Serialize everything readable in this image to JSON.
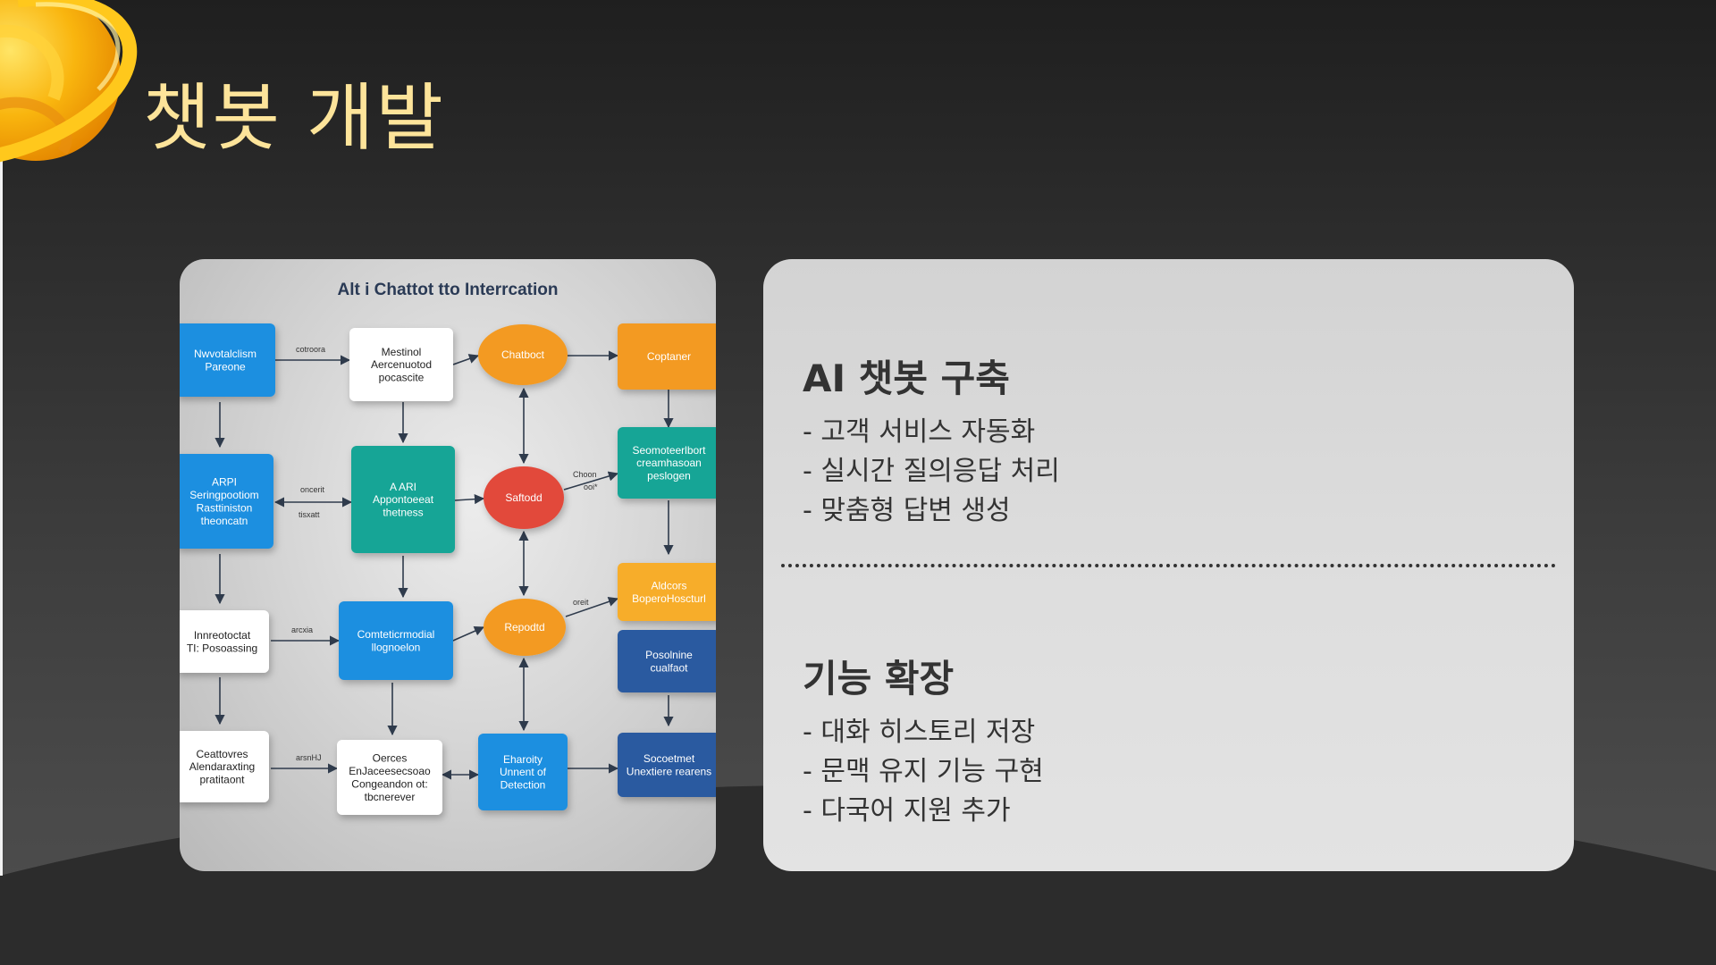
{
  "slide": {
    "title": "챗봇 개발"
  },
  "diagram": {
    "title": "Alt i Chattot tto Interrcation",
    "nodes": [
      {
        "id": "n1",
        "label": "Nwvotalclism\nPareone",
        "color": "#1f8fe0",
        "text": "#ffffff",
        "shape": "rect"
      },
      {
        "id": "n2",
        "label": "Mestinol\nAercenuotod\npocascite",
        "color": "#ffffff",
        "text": "#222222",
        "shape": "rect"
      },
      {
        "id": "n3",
        "label": "Chatboct",
        "color": "#f39a22",
        "text": "#ffffff",
        "shape": "ellipse"
      },
      {
        "id": "n4",
        "label": "Coptaner",
        "color": "#f39a22",
        "text": "#ffffff",
        "shape": "rect"
      },
      {
        "id": "n5",
        "label": "ARPI\nSeringpootiom\nRasttiniston\ntheoncatn",
        "color": "#1f8fe0",
        "text": "#ffffff",
        "shape": "rect"
      },
      {
        "id": "n6",
        "label": "A ARI\nAppontoeeat\nthetness",
        "color": "#13a596",
        "text": "#ffffff",
        "shape": "rect"
      },
      {
        "id": "n7",
        "label": "Saftodd",
        "color": "#e2493b",
        "text": "#ffffff",
        "shape": "ellipse"
      },
      {
        "id": "n8",
        "label": "Seomoteerlbort\ncreamhasoan\npeslogen",
        "color": "#13a596",
        "text": "#ffffff",
        "shape": "rect"
      },
      {
        "id": "n9",
        "label": "Aldcors\nBoperoHoscturl",
        "color": "#f7ad2c",
        "text": "#ffffff",
        "shape": "rect"
      },
      {
        "id": "n10",
        "label": "Innreotoctat\nTI: Posoassing",
        "color": "#ffffff",
        "text": "#222222",
        "shape": "rect"
      },
      {
        "id": "n11",
        "label": "Comteticrmodial\nllognoelon",
        "color": "#1f8fe0",
        "text": "#ffffff",
        "shape": "rect"
      },
      {
        "id": "n12",
        "label": "Repodtd",
        "color": "#f39a22",
        "text": "#ffffff",
        "shape": "ellipse"
      },
      {
        "id": "n13",
        "label": "Posolnine\ncualfaot",
        "color": "#2b5aa0",
        "text": "#ffffff",
        "shape": "rect"
      },
      {
        "id": "n14",
        "label": "Ceattovres\nAlendaraxting\npratitaont",
        "color": "#ffffff",
        "text": "#222222",
        "shape": "rect"
      },
      {
        "id": "n15",
        "label": "Oerces\nEnJaceesecsoao\nCongeandon ot:\ntbcnerever",
        "color": "#ffffff",
        "text": "#222222",
        "shape": "rect"
      },
      {
        "id": "n16",
        "label": "Eharoity\nUnnent of\nDetection",
        "color": "#1f8fe0",
        "text": "#ffffff",
        "shape": "rect"
      },
      {
        "id": "n17",
        "label": "Socoetmet\nUnextiere rearens",
        "color": "#2b5aa0",
        "text": "#ffffff",
        "shape": "rect"
      }
    ],
    "edge_labels": [
      "cotroora",
      "oncerit",
      "tisxatt",
      "Choon",
      "ooi*",
      "oreit",
      "arcxia",
      "arsnHJ"
    ]
  },
  "sections": [
    {
      "title": "AI 챗봇 구축",
      "items": [
        "- 고객 서비스 자동화",
        "- 실시간 질의응답 처리",
        "- 맞춤형 답변 생성"
      ]
    },
    {
      "title": "기능 확장",
      "items": [
        "- 대화 히스토리 저장",
        "- 문맥 유지 기능 구현",
        "- 다국어 지원 추가"
      ]
    }
  ],
  "colors": {
    "title": "#fde49a",
    "background": "#2b2b2b",
    "card": "#dcdcdc"
  }
}
